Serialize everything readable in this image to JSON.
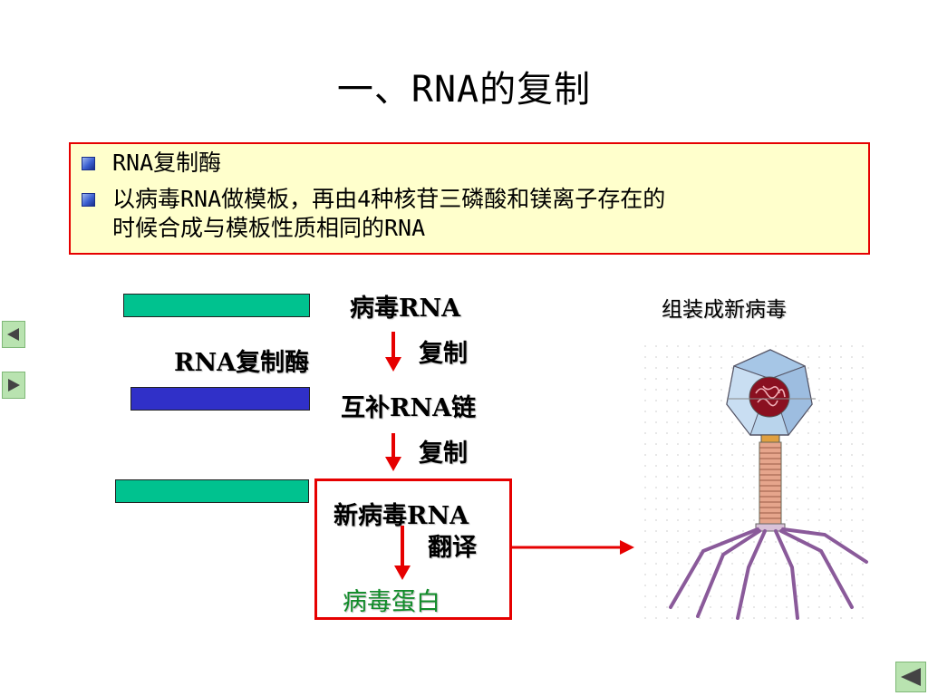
{
  "slide": {
    "title": "一、RNA的复制",
    "bullets": [
      {
        "line1": "RNA复制酶",
        "line2": ""
      },
      {
        "line1": "以病毒RNA做模板，再由4种核苷三磷酸和镁离子存在的",
        "line2": "时候合成与模板性质相同的RNA"
      }
    ]
  },
  "diagram": {
    "viral_rna": "病毒RNA",
    "rna_replicase": "RNA复制酶",
    "replicate_1": "复制",
    "complementary_rna": "互补RNA链",
    "replicate_2": "复制",
    "new_viral_rna": "新病毒RNA",
    "translate": "翻译",
    "viral_protein": "病毒蛋白",
    "assemble": "组装成新病毒"
  },
  "colors": {
    "box_border": "#e60000",
    "box_fill": "#ffffcc",
    "green_strand": "#00c28f",
    "blue_strand": "#3030c8",
    "arrow": "#e60000",
    "protein_text": "#118c2a"
  },
  "nav": {
    "prev_icon": "triangle-left-icon",
    "next_icon": "triangle-right-icon",
    "return_icon": "return-icon"
  }
}
